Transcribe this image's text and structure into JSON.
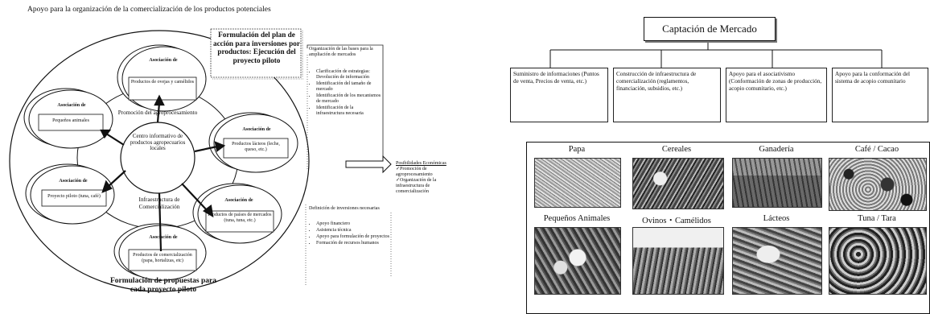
{
  "left": {
    "title": "Apoyo para la organización de la comercialización de los productos potenciales",
    "plan_heading": "Formulación del plan de acción para inversiones por productos: Ejecución del proyecto piloto",
    "center_label": "Centro informativo de productos agropecuarios locales",
    "ring_top_label": "Promoción del agroprocesamiento",
    "ring_bottom_label": "Infraestructura de Comercialización",
    "bottom_label": "Formulación de propuestas para cada proyecto piloto",
    "associations": [
      {
        "title": "Asociación de",
        "product": "Productos de ovejas y camélidos"
      },
      {
        "title": "Asociación de",
        "product": "Pequeños animales"
      },
      {
        "title": "Asociación de",
        "product": "Productos lácteos (leche, queso, etc.)"
      },
      {
        "title": "Asociación de",
        "product": "Proyecto piloto (tuna, café)"
      },
      {
        "title": "Asociación de",
        "product": "Productos de países de mercados (tuna, tuna, etc.)"
      },
      {
        "title": "Asociación de",
        "product": "Productos de comercialización (papa, hortalizas, etc)"
      }
    ],
    "side_top_items": [
      "Organización de las bases para la ampliación de mercados",
      "Clarificación de estrategias: Devolución de información",
      "Identificación del tamaño de mercado",
      "Identificación de los mecanismos de mercado",
      "Identificación de la infraestructura necesaria"
    ],
    "economic_title": "Posibilidades Económicas",
    "economic_items": [
      "Promoción de agroprocesamiento",
      "Organización de la infraestructura de comercialización"
    ],
    "side_bottom_title": "Definición de inversiones necesarias",
    "side_bottom_items": [
      "Apoyo financiero",
      "Asistencia técnica",
      "Apoyo para formulación de proyectos",
      "Formación de recursos humanos"
    ]
  },
  "right": {
    "title": "Captación de Mercado",
    "boxes": [
      {
        "text": "Suministro de informaciones (Puntos de venta, Precios de venta, etc.)"
      },
      {
        "text": "Construcción de infraestructura de comercialización (reglamentos, financiación, subsidios, etc.)"
      },
      {
        "text": "Apoyo para el asociativismo (Conformación de zonas de producción, acopio comunitario, etc.)"
      },
      {
        "text": "Apoyo para la conformación del sistema de acopio comunitario"
      }
    ],
    "products": [
      "Papa",
      "Cereales",
      "Ganadería",
      "Café / Cacao",
      "Pequeños Animales",
      "Ovinos・Camélidos",
      "Lácteos",
      "Tuna / Tara"
    ]
  }
}
